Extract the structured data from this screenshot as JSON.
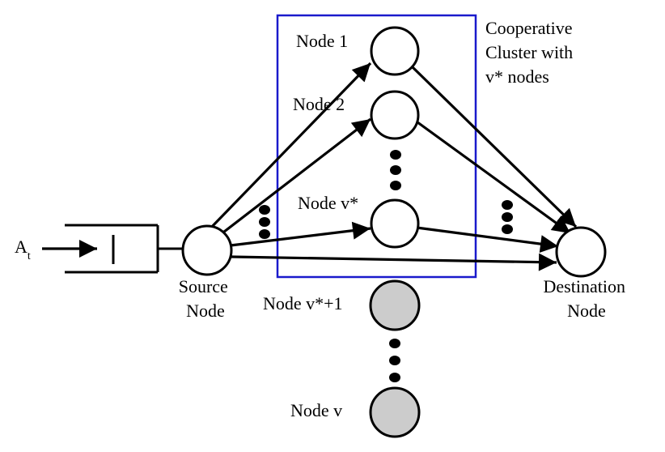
{
  "diagram": {
    "cluster_label": [
      "Cooperative",
      "Cluster with",
      "v* nodes"
    ],
    "arrival_label": "A",
    "arrival_subscript": "t",
    "source_label": [
      "Source",
      "Node"
    ],
    "destination_label": [
      "Destination",
      "Node"
    ],
    "relays": [
      {
        "label": "Node 1",
        "in_cluster": true
      },
      {
        "label": "Node 2",
        "in_cluster": true
      },
      {
        "label": "Node v*",
        "in_cluster": true
      },
      {
        "label": "Node v*+1",
        "in_cluster": false
      },
      {
        "label": "Node v",
        "in_cluster": false
      }
    ],
    "colors": {
      "cluster_border": "#1a1acc",
      "idle_node_fill": "#cccccc",
      "active_node_fill": "#ffffff",
      "stroke": "#000000"
    }
  }
}
